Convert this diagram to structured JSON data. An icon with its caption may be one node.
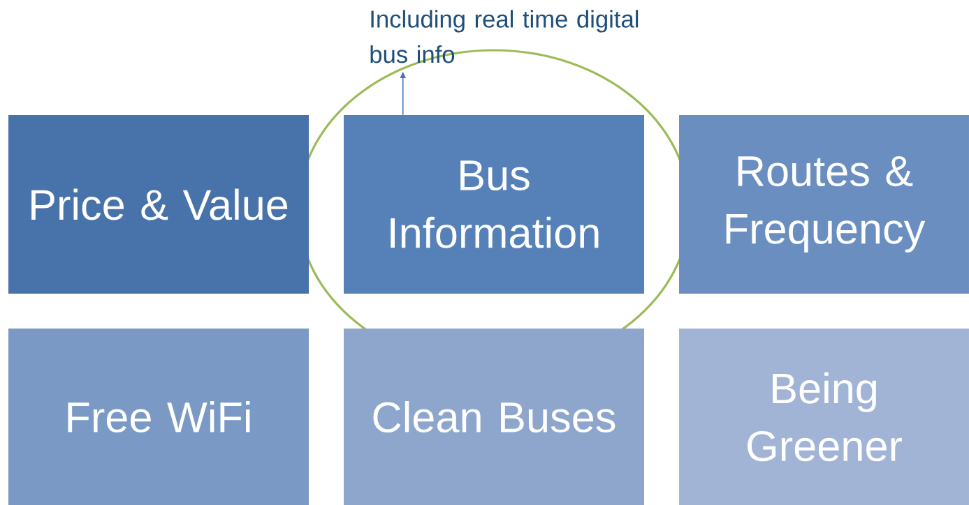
{
  "diagram": {
    "nodes": [
      {
        "text": [
          "Price & Value"
        ]
      },
      {
        "text": [
          "Bus Information"
        ]
      },
      {
        "text": [
          "Routes & Frequency"
        ]
      },
      {
        "text": [
          "Free WiFi"
        ]
      },
      {
        "text": [
          "Clean Buses"
        ]
      },
      {
        "text": [
          "Being Greener"
        ]
      },
      {
        "text": [
          "Including real time digital bus info"
        ]
      }
    ],
    "edges": [
      {
        "from": 1,
        "to": 6,
        "arrow": "to"
      }
    ]
  }
}
